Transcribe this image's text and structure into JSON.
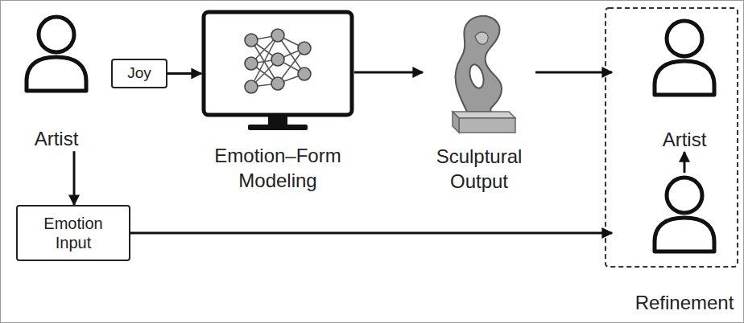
{
  "diagram": {
    "nodes": [
      {
        "text": [
          "Artist"
        ]
      },
      {
        "text": [
          "Joy"
        ]
      },
      {
        "text": [
          "Emotion–Form Modeling"
        ]
      },
      {
        "text": [
          "Sculptural Output"
        ]
      },
      {
        "text": [
          "Artist"
        ]
      },
      {
        "text": [
          "Emotion Input"
        ]
      },
      {
        "text": [
          "Refinement"
        ]
      }
    ],
    "edges": [
      {
        "from": 1,
        "to": 2,
        "arrow": "to"
      },
      {
        "from": 2,
        "to": 3,
        "arrow": "to"
      },
      {
        "from": 3,
        "to": 4,
        "arrow": "to"
      },
      {
        "from": 0,
        "to": 5,
        "arrow": "to"
      },
      {
        "from": 5,
        "to": 6,
        "arrow": "to"
      },
      {
        "from": 6,
        "to": 4,
        "arrow": "to"
      }
    ]
  }
}
